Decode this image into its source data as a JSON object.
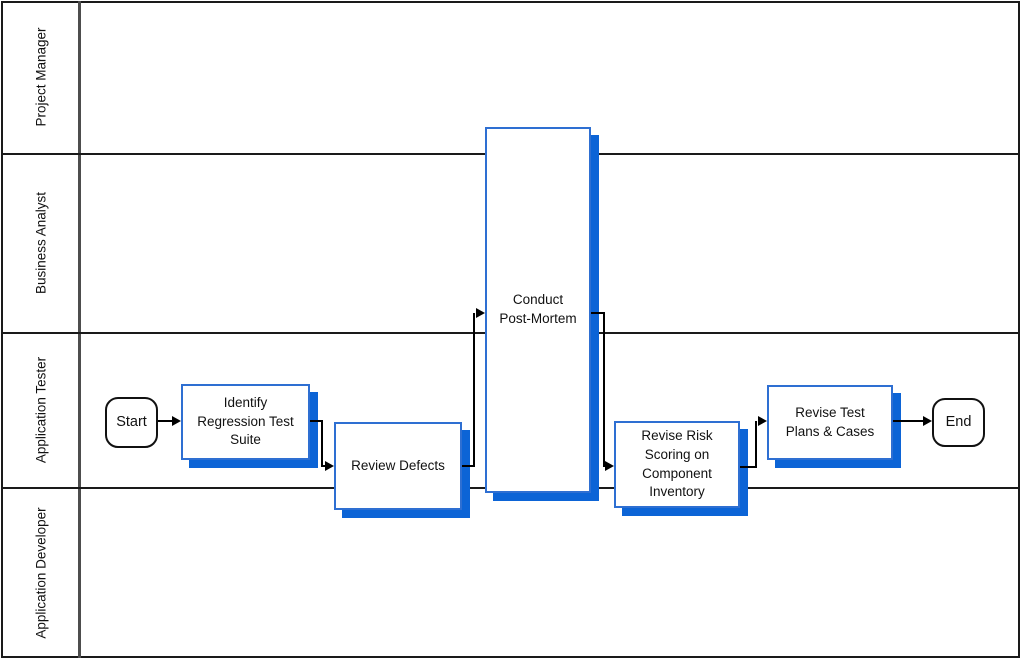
{
  "lanes": [
    {
      "label": "Project Manager"
    },
    {
      "label": "Business Analyst"
    },
    {
      "label": "Application Tester"
    },
    {
      "label": "Application Developer"
    }
  ],
  "nodes": {
    "start": {
      "label": "Start",
      "type": "terminator"
    },
    "identify": {
      "label": "Identify\nRegression Test\nSuite",
      "type": "process"
    },
    "review": {
      "label": "Review Defects",
      "type": "process"
    },
    "conduct": {
      "label": "Conduct\nPost-Mortem",
      "type": "process"
    },
    "risk": {
      "label": "Revise Risk\nScoring on\nComponent\nInventory",
      "type": "process"
    },
    "plans": {
      "label": "Revise Test\nPlans & Cases",
      "type": "process"
    },
    "end": {
      "label": "End",
      "type": "terminator"
    }
  },
  "colors": {
    "process_border": "#2e6fd2",
    "process_shadow": "#0c64d6",
    "terminator_border": "#111111",
    "lane_line": "#1a1a1a",
    "divider": "#4d4d4d",
    "connector": "#000000"
  }
}
